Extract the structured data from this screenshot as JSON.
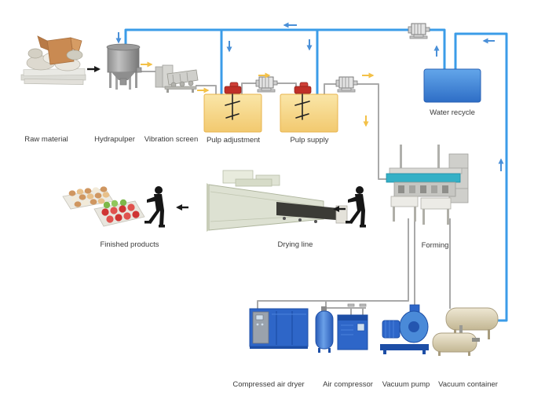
{
  "diagram_labels": {
    "raw_material": "Raw material",
    "hydrapulper": "Hydrapulper",
    "vibration_screen": "Vibration screen",
    "pulp_adjustment": "Pulp adjustment",
    "pulp_supply": "Pulp supply",
    "water_recycle": "Water recycle",
    "finished_products": "Finished products",
    "drying_line": "Drying line",
    "forming": "Forming",
    "compressed_air_dryer": "Compressed air dryer",
    "air_compressor": "Air compressor",
    "vacuum_pump": "Vacuum pump",
    "vacuum_container": "Vacuum container"
  },
  "colors": {
    "water_pipe_blue": "#3b9ce8",
    "flow_arrow_blue": "#4a90d8",
    "flow_arrow_yellow": "#f3c148",
    "flow_arrow_black": "#1a1a1a",
    "pulp_tank_yellow": "#f7d283",
    "pulp_tank_border": "#e8b44e",
    "water_tank_blue": "#4387d7",
    "slurry_pipe_gray": "#a9a9a9",
    "equipment_blue": "#2e66c8",
    "vacuum_container_beige": "#ddd3b4",
    "forming_machine_teal": "#34b0c6",
    "agitator_motor_red": "#c03028",
    "label_text": "#3a3a3a"
  }
}
